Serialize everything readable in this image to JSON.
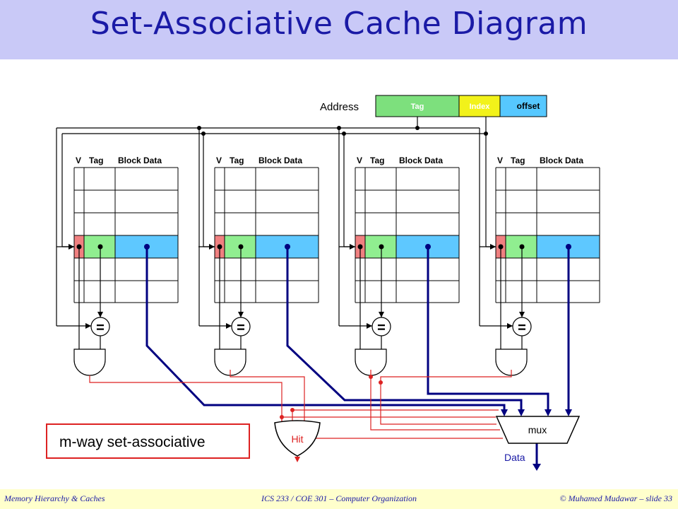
{
  "slide": {
    "title": "Set-Associative Cache Diagram",
    "footer_left": "Memory Hierarchy & Caches",
    "footer_center": "ICS 233 / COE 301 – Computer Organization",
    "footer_right": "© Muhamed Mudawar – slide 33"
  },
  "address": {
    "label": "Address",
    "fields": [
      {
        "name": "Tag",
        "color": "#7de07d"
      },
      {
        "name": "Index",
        "color": "#f2f21a"
      },
      {
        "name": "offset",
        "color": "#56c8ff"
      }
    ]
  },
  "ways": [
    {
      "header_v": "V",
      "header_tag": "Tag",
      "header_data": "Block Data",
      "comparator": "="
    },
    {
      "header_v": "V",
      "header_tag": "Tag",
      "header_data": "Block Data",
      "comparator": "="
    },
    {
      "header_v": "V",
      "header_tag": "Tag",
      "header_data": "Block Data",
      "comparator": "="
    },
    {
      "header_v": "V",
      "header_tag": "Tag",
      "header_data": "Block Data",
      "comparator": "="
    }
  ],
  "colors": {
    "valid_cell": "#f08080",
    "tag_cell": "#90ee90",
    "data_cell": "#5ec8ff",
    "data_bus": "#000080",
    "hit_wires": "#dd2222",
    "addr_wires": "#000000",
    "note_border": "#dd2222"
  },
  "hit_label": "Hit",
  "mux_label": "mux",
  "data_label": "Data",
  "note": "m-way set-associative"
}
